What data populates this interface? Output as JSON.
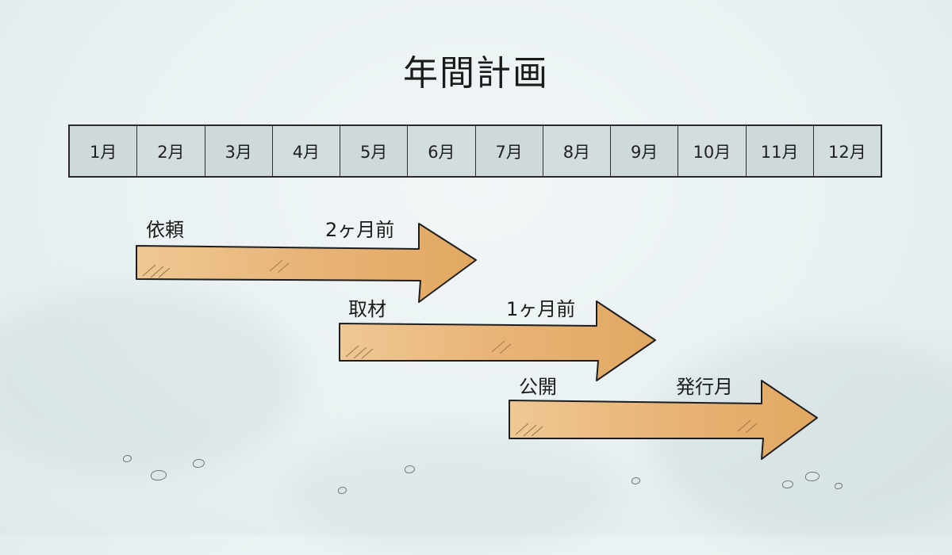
{
  "title": "年間計画",
  "months": [
    "1月",
    "2月",
    "3月",
    "4月",
    "5月",
    "6月",
    "7月",
    "8月",
    "9月",
    "10月",
    "11月",
    "12月"
  ],
  "phases": [
    {
      "start_label": "依頼",
      "end_label": "2ヶ月前"
    },
    {
      "start_label": "取材",
      "end_label": "1ヶ月前"
    },
    {
      "start_label": "公開",
      "end_label": "発行月"
    }
  ],
  "colors": {
    "arrow_fill": "#eab97e",
    "arrow_stroke": "#1e1e1e",
    "month_cell": "#d3dddf",
    "background": "#e9f1f2"
  }
}
